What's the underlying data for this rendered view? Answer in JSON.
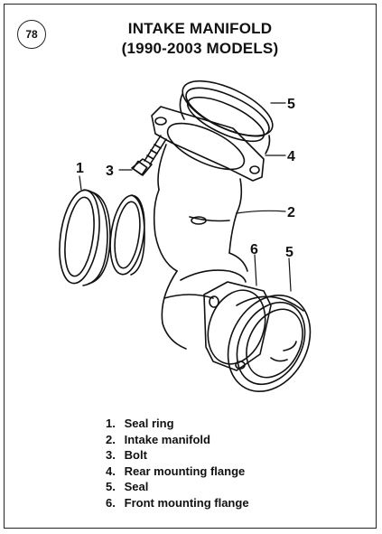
{
  "page": {
    "badge": "78",
    "title_line1": "INTAKE MANIFOLD",
    "title_line2": "(1990-2003 MODELS)"
  },
  "callouts": {
    "c1": "1",
    "c2": "2",
    "c3": "3",
    "c4": "4",
    "c5a": "5",
    "c5b": "5",
    "c6": "6"
  },
  "legend": [
    {
      "num": "1.",
      "label": "Seal ring"
    },
    {
      "num": "2.",
      "label": "Intake manifold"
    },
    {
      "num": "3.",
      "label": "Bolt"
    },
    {
      "num": "4.",
      "label": "Rear mounting flange"
    },
    {
      "num": "5.",
      "label": "Seal"
    },
    {
      "num": "6.",
      "label": "Front mounting flange"
    }
  ]
}
